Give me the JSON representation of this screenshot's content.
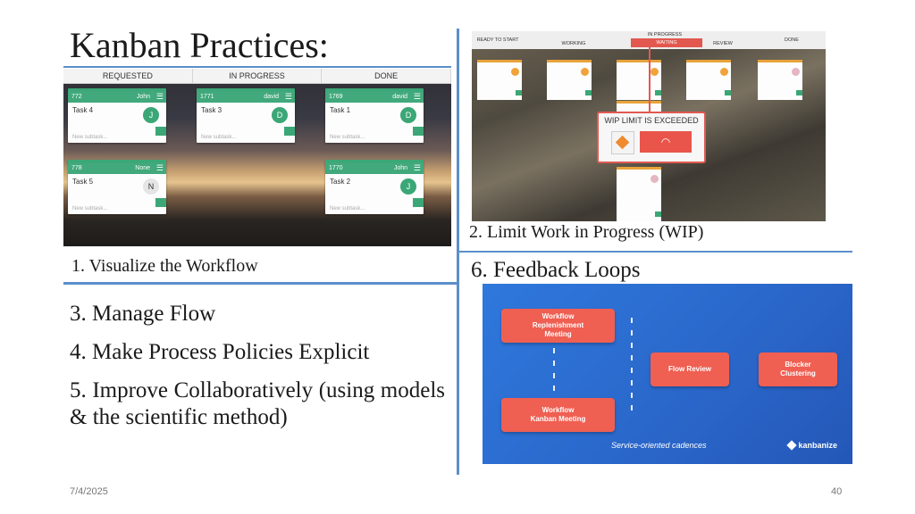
{
  "slide": {
    "title": "Kanban Practices:",
    "captions": {
      "visualize": "1. Visualize the Workflow",
      "limit_wip": "2. Limit Work in Progress (WIP)",
      "feedback": "6. Feedback Loops"
    },
    "items": [
      "3. Manage Flow",
      "4. Make Process Policies Explicit",
      "5. Improve Collaboratively (using models & the scientific method)"
    ],
    "footer_date": "7/4/2025",
    "page_number": "40"
  },
  "board": {
    "columns": [
      "REQUESTED",
      "IN PROGRESS",
      "DONE"
    ],
    "cards": [
      {
        "id": "772",
        "owner": "John",
        "task": "Task 4",
        "avatar": "J",
        "subtask": "New subtask..."
      },
      {
        "id": "1771",
        "owner": "david",
        "task": "Task 3",
        "avatar": "D",
        "subtask": "New subtask..."
      },
      {
        "id": "1769",
        "owner": "david",
        "task": "Task 1",
        "avatar": "D",
        "subtask": "New subtask..."
      },
      {
        "id": "778",
        "owner": "None",
        "task": "Task 5",
        "avatar": "N",
        "subtask": "New subtask..."
      },
      {
        "id": "1770",
        "owner": "John",
        "task": "Task 2",
        "avatar": "J",
        "subtask": "New subtask..."
      }
    ]
  },
  "wip_board": {
    "ready_to_start": "READY TO START",
    "in_progress": "IN PROGRESS",
    "working": "WORKING",
    "waiting": "WAITING",
    "review": "REVIEW",
    "done": "DONE",
    "message": "WIP LIMIT IS EXCEEDED"
  },
  "feedback": {
    "boxes": {
      "replenishment": "Workflow Replenishment Meeting",
      "kanban_meeting": "Workflow Kanban Meeting",
      "flow_review": "Flow Review",
      "blocker": "Blocker Clustering"
    },
    "footer": "Service-oriented cadences",
    "brand": "kanbanize"
  },
  "colors": {
    "divider": "#5b8fc9",
    "card_green": "#3ba776",
    "alert_red": "#e05a52",
    "feedback_blue": "#2d6fd1",
    "feedback_box": "#ef5f52"
  }
}
